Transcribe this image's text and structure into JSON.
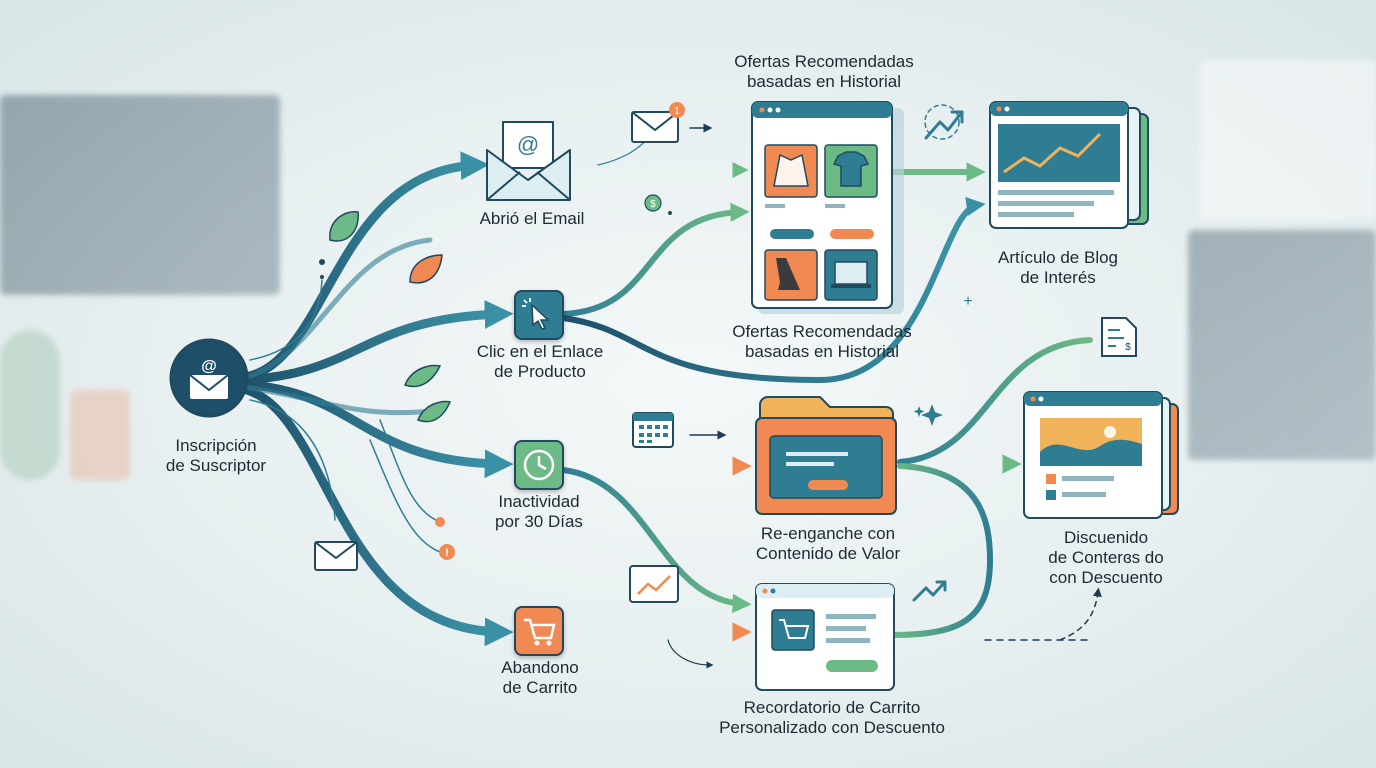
{
  "source": {
    "line1": "Inscripción",
    "line2": "de Suscriptor"
  },
  "branches": [
    {
      "id": "email",
      "line1": "Abrió el Email",
      "line2": ""
    },
    {
      "id": "click",
      "line1": "Clic en el Enlace",
      "line2": "de Producto"
    },
    {
      "id": "inactive",
      "line1": "Inactividad",
      "line2": "por 30 Días"
    },
    {
      "id": "cart",
      "line1": "Abandono",
      "line2": "de Carrito"
    }
  ],
  "outcomes": [
    {
      "id": "offers-top",
      "line1": "Ofertas Recomendadas",
      "line2": "basadas en Historial"
    },
    {
      "id": "offers-bottom",
      "line1": "Ofertas Recomendadas",
      "line2": "basadas en Historial"
    },
    {
      "id": "reengage",
      "line1": "Re-enganche con",
      "line2": "Contenido de Valor"
    },
    {
      "id": "cart-reminder",
      "line1": "Recordatorio de Carrito",
      "line2": "Personalizado con Descuento"
    },
    {
      "id": "blog",
      "line1": "Artículo de Blog",
      "line2": "de Interés"
    },
    {
      "id": "discount-content",
      "line1": "Discuenido",
      "line2": "de Conterɞs do",
      "line3": "con Descuento"
    }
  ],
  "badges": {
    "mail_count": "1"
  },
  "colors": {
    "teal_dark": "#214a5e",
    "teal": "#2f7d93",
    "green": "#5fb07a",
    "orange": "#e97a45",
    "navy": "#1e3b53"
  }
}
